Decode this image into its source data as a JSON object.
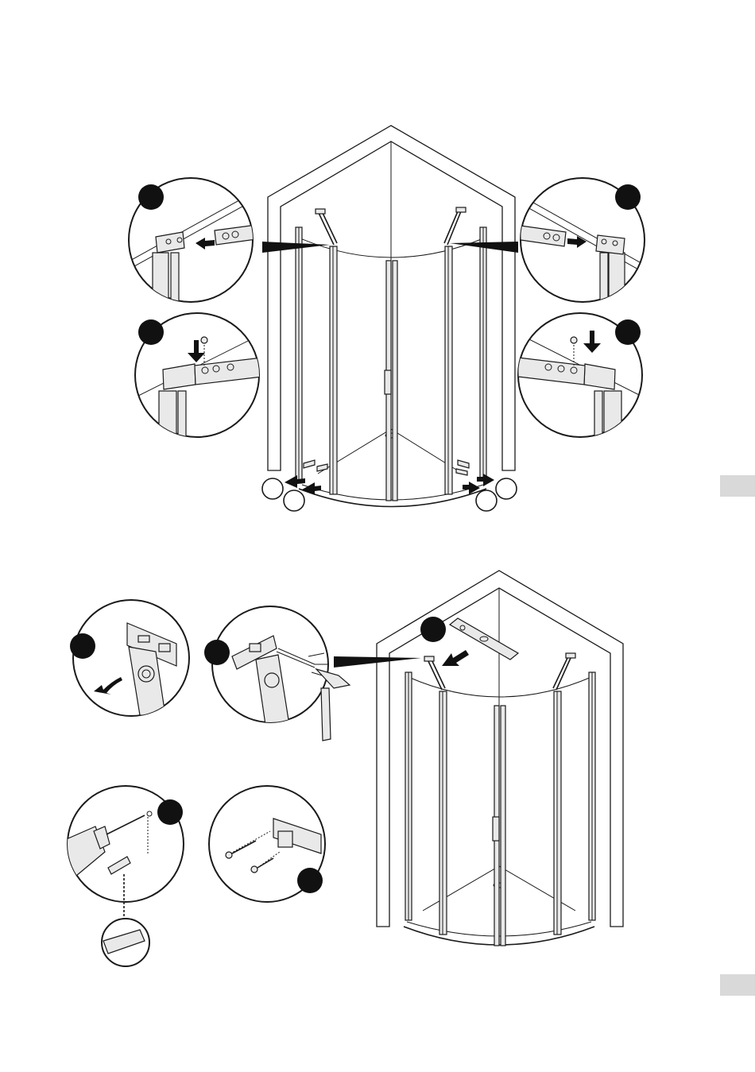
{
  "page": {
    "background": "#ffffff",
    "line_color": "#1a1a1a",
    "tab_color": "#d9d9d9"
  },
  "steps": {
    "upper": {
      "detail_top_left": {
        "icon": "arrow-left-icon",
        "part": "hinge-bracket"
      },
      "detail_top_right": {
        "icon": "arrow-right-icon",
        "part": "hinge-bracket"
      },
      "detail_mid_left": {
        "icon": "screw-icon",
        "part": "hinge-screw"
      },
      "detail_mid_right": {
        "icon": "screw-icon",
        "part": "hinge-screw"
      },
      "bottom_markers": 4
    },
    "lower": {
      "detail_wall_bracket_rotate": {
        "icon": "curved-arrow-icon"
      },
      "detail_wall_bracket_mark": {
        "icon": "hammer-icon"
      },
      "detail_drill": {
        "icon": "drill-icon",
        "inset_icon": "wall-plug-icon"
      },
      "detail_screw_fix": {
        "icon": "screw-icon"
      },
      "level": {
        "icon": "spirit-level-icon"
      }
    }
  }
}
